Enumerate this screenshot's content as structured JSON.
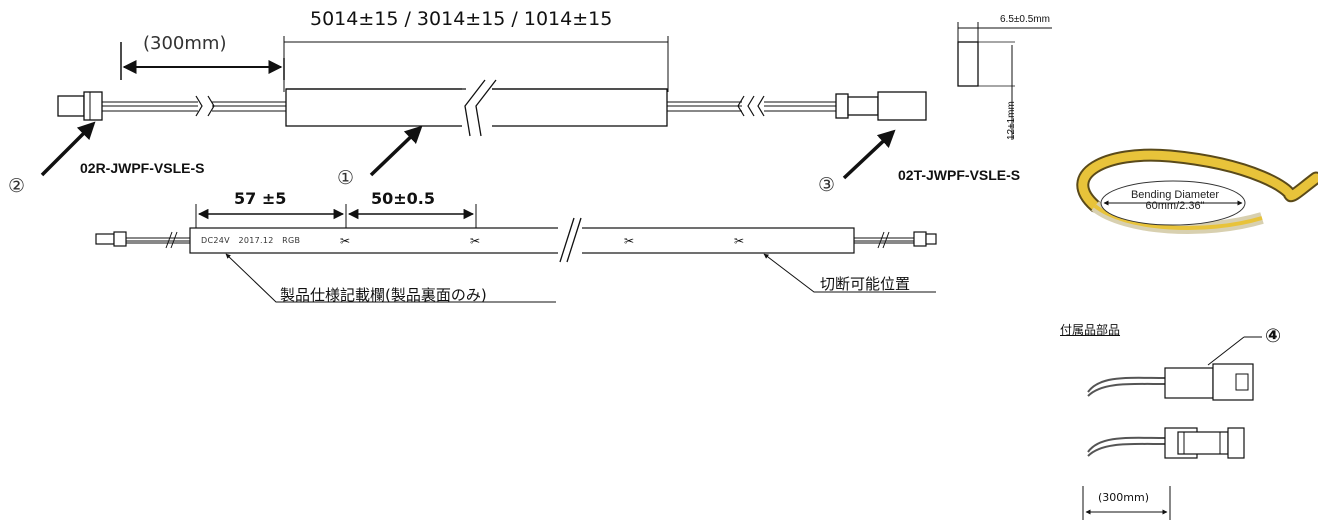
{
  "dimensions": {
    "lengths": "5014±15 / 3014±15 / 1014±15",
    "lead_length": "(300mm)",
    "pitch_first": "57 ±5",
    "pitch_cut": "50±0.5",
    "width": "6.5±0.5mm",
    "height": "12±1mm"
  },
  "parts": {
    "receptacle": {
      "number": "②",
      "name": "02R-JWPF-VSLE-S"
    },
    "strip": {
      "number": "①"
    },
    "plug": {
      "number": "③",
      "name": "02T-JWPF-VSLE-S"
    },
    "accessory": {
      "number": "④"
    }
  },
  "strip_print": {
    "voltage": "DC24V",
    "date": "2017.12",
    "type": "RGB"
  },
  "callouts": {
    "spec_label": "製品仕様記載欄(製品裏面のみ)",
    "cut_position": "切断可能位置"
  },
  "bending": {
    "title": "Bending Diameter",
    "value": "60mm/2.36\""
  },
  "accessories": {
    "title": "付属品部品",
    "lead_length": "(300mm)"
  },
  "colors": {
    "strip_yellow": "#e8c33a",
    "strip_edge": "#5a4a1a",
    "line": "#111111"
  }
}
